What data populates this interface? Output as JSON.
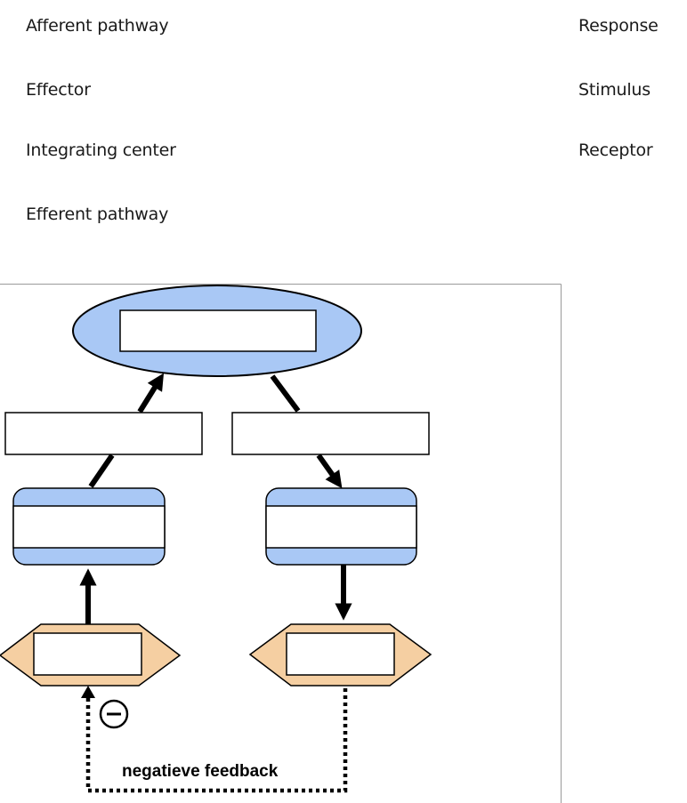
{
  "term_bank": {
    "left": [
      "Afferent pathway",
      "Effector",
      "Integrating center",
      "Efferent pathway"
    ],
    "right": [
      "Response",
      "Stimulus",
      "Receptor"
    ]
  },
  "diagram": {
    "feedback_label": "negatieve feedback",
    "feedback_sign": "⊖",
    "colors": {
      "ellipse_fill": "#a9c8f5",
      "module_band": "#a9c8f5",
      "hexagon_fill": "#f5cfa2",
      "box_fill": "#ffffff",
      "stroke": "#000000",
      "frame": "#9a9a9a"
    }
  }
}
